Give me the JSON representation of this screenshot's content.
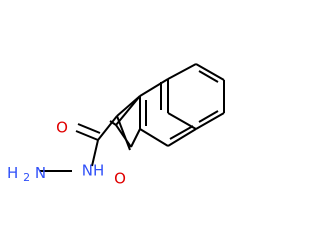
{
  "molecule": {
    "atoms": {
      "o_carbonyl": {
        "text": "O",
        "color": "#e00000"
      },
      "n_amide": {
        "text": "NH",
        "color": "#3050f8"
      },
      "n_amine": {
        "text": "H",
        "sub": "2",
        "tail": "N",
        "color": "#3050f8"
      },
      "o_ring": {
        "text": "O",
        "color": "#e00000"
      }
    }
  }
}
